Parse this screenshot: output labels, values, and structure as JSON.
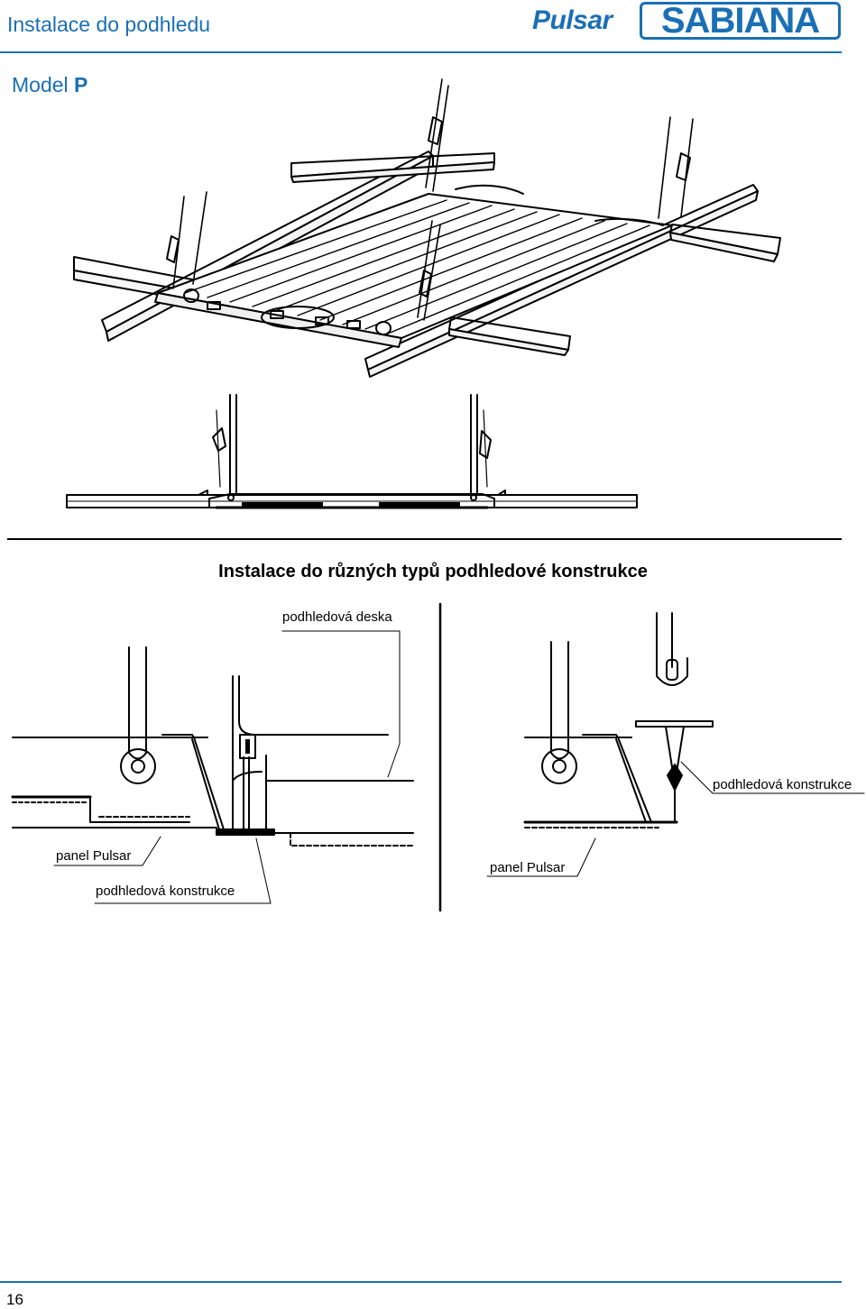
{
  "header": {
    "title": "Instalace do podhledu",
    "brand_pulsar": "Pulsar",
    "brand_sabiana": "SABIANA",
    "brand_color": "#1a6fb5"
  },
  "model": {
    "prefix": "Model",
    "letter": "P"
  },
  "section": {
    "title": "Instalace do různých typů podhledové konstrukce"
  },
  "labels": {
    "ceiling_board": "podhledová deska",
    "panel_left": "panel Pulsar",
    "grid_left": "podhledová konstrukce",
    "grid_right": "podhledová konstrukce",
    "panel_right": "panel Pulsar"
  },
  "footer": {
    "page_number": "16"
  }
}
